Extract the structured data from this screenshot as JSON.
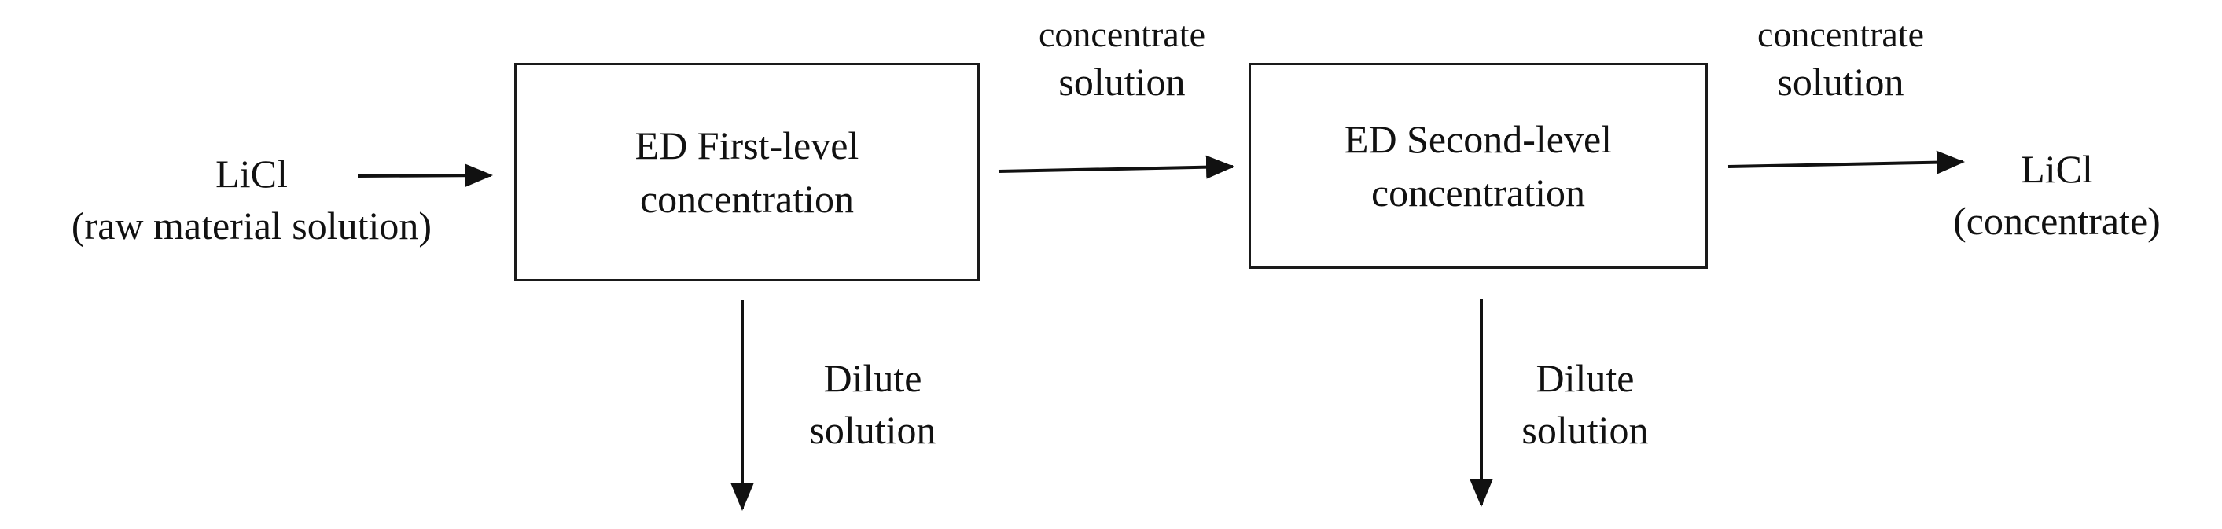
{
  "diagram": {
    "input": {
      "line1": "LiCl",
      "line2": "(raw material solution)"
    },
    "stage1": {
      "line1": "ED First-level",
      "line2": "concentration"
    },
    "stage2": {
      "line1": "ED Second-level",
      "line2": "concentration"
    },
    "output": {
      "line1": "LiCl",
      "line2": "(concentrate)"
    },
    "link1_label": {
      "line1": "concentrate",
      "line2": "solution"
    },
    "link2_label": {
      "line1": "concentrate",
      "line2": "solution"
    },
    "dilute1_label": {
      "line1": "Dilute",
      "line2": "solution"
    },
    "dilute2_label": {
      "line1": "Dilute",
      "line2": "solution"
    }
  }
}
